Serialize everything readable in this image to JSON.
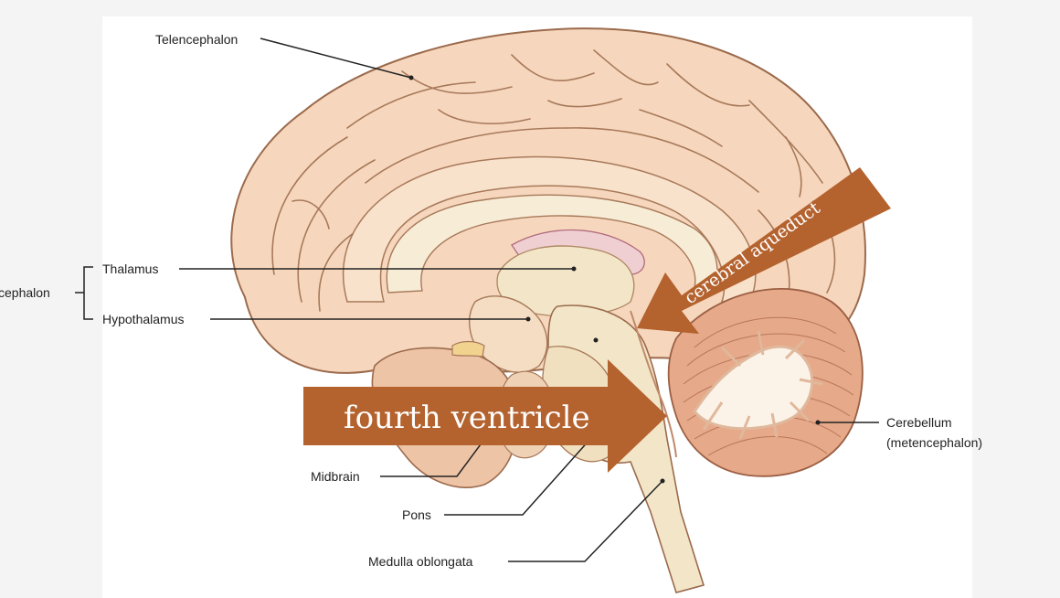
{
  "labels": {
    "telencephalon": "Telencephalon",
    "diencephalon_partial": "cephalon",
    "thalamus": "Thalamus",
    "hypothalamus": "Hypothalamus",
    "midbrain": "Midbrain",
    "pons": "Pons",
    "medulla": "Medulla oblongata",
    "cerebellum_line1": "Cerebellum",
    "cerebellum_line2": "(metencephalon)"
  },
  "arrows": {
    "fourth_ventricle": "fourth ventricle",
    "cerebral_aqueduct": "cerebral aqueduct"
  },
  "colors": {
    "arrow": "#b4622e",
    "midbrain_label": "#d0463a",
    "cortex": "#f6d7bd",
    "cortex_outline": "#9b6a4c",
    "inner": "#f3e6c8",
    "cerebellum": "#e6a98a",
    "cerebellum_white": "#fbf3e8",
    "background": "#ffffff",
    "page": "#f4f4f4"
  }
}
